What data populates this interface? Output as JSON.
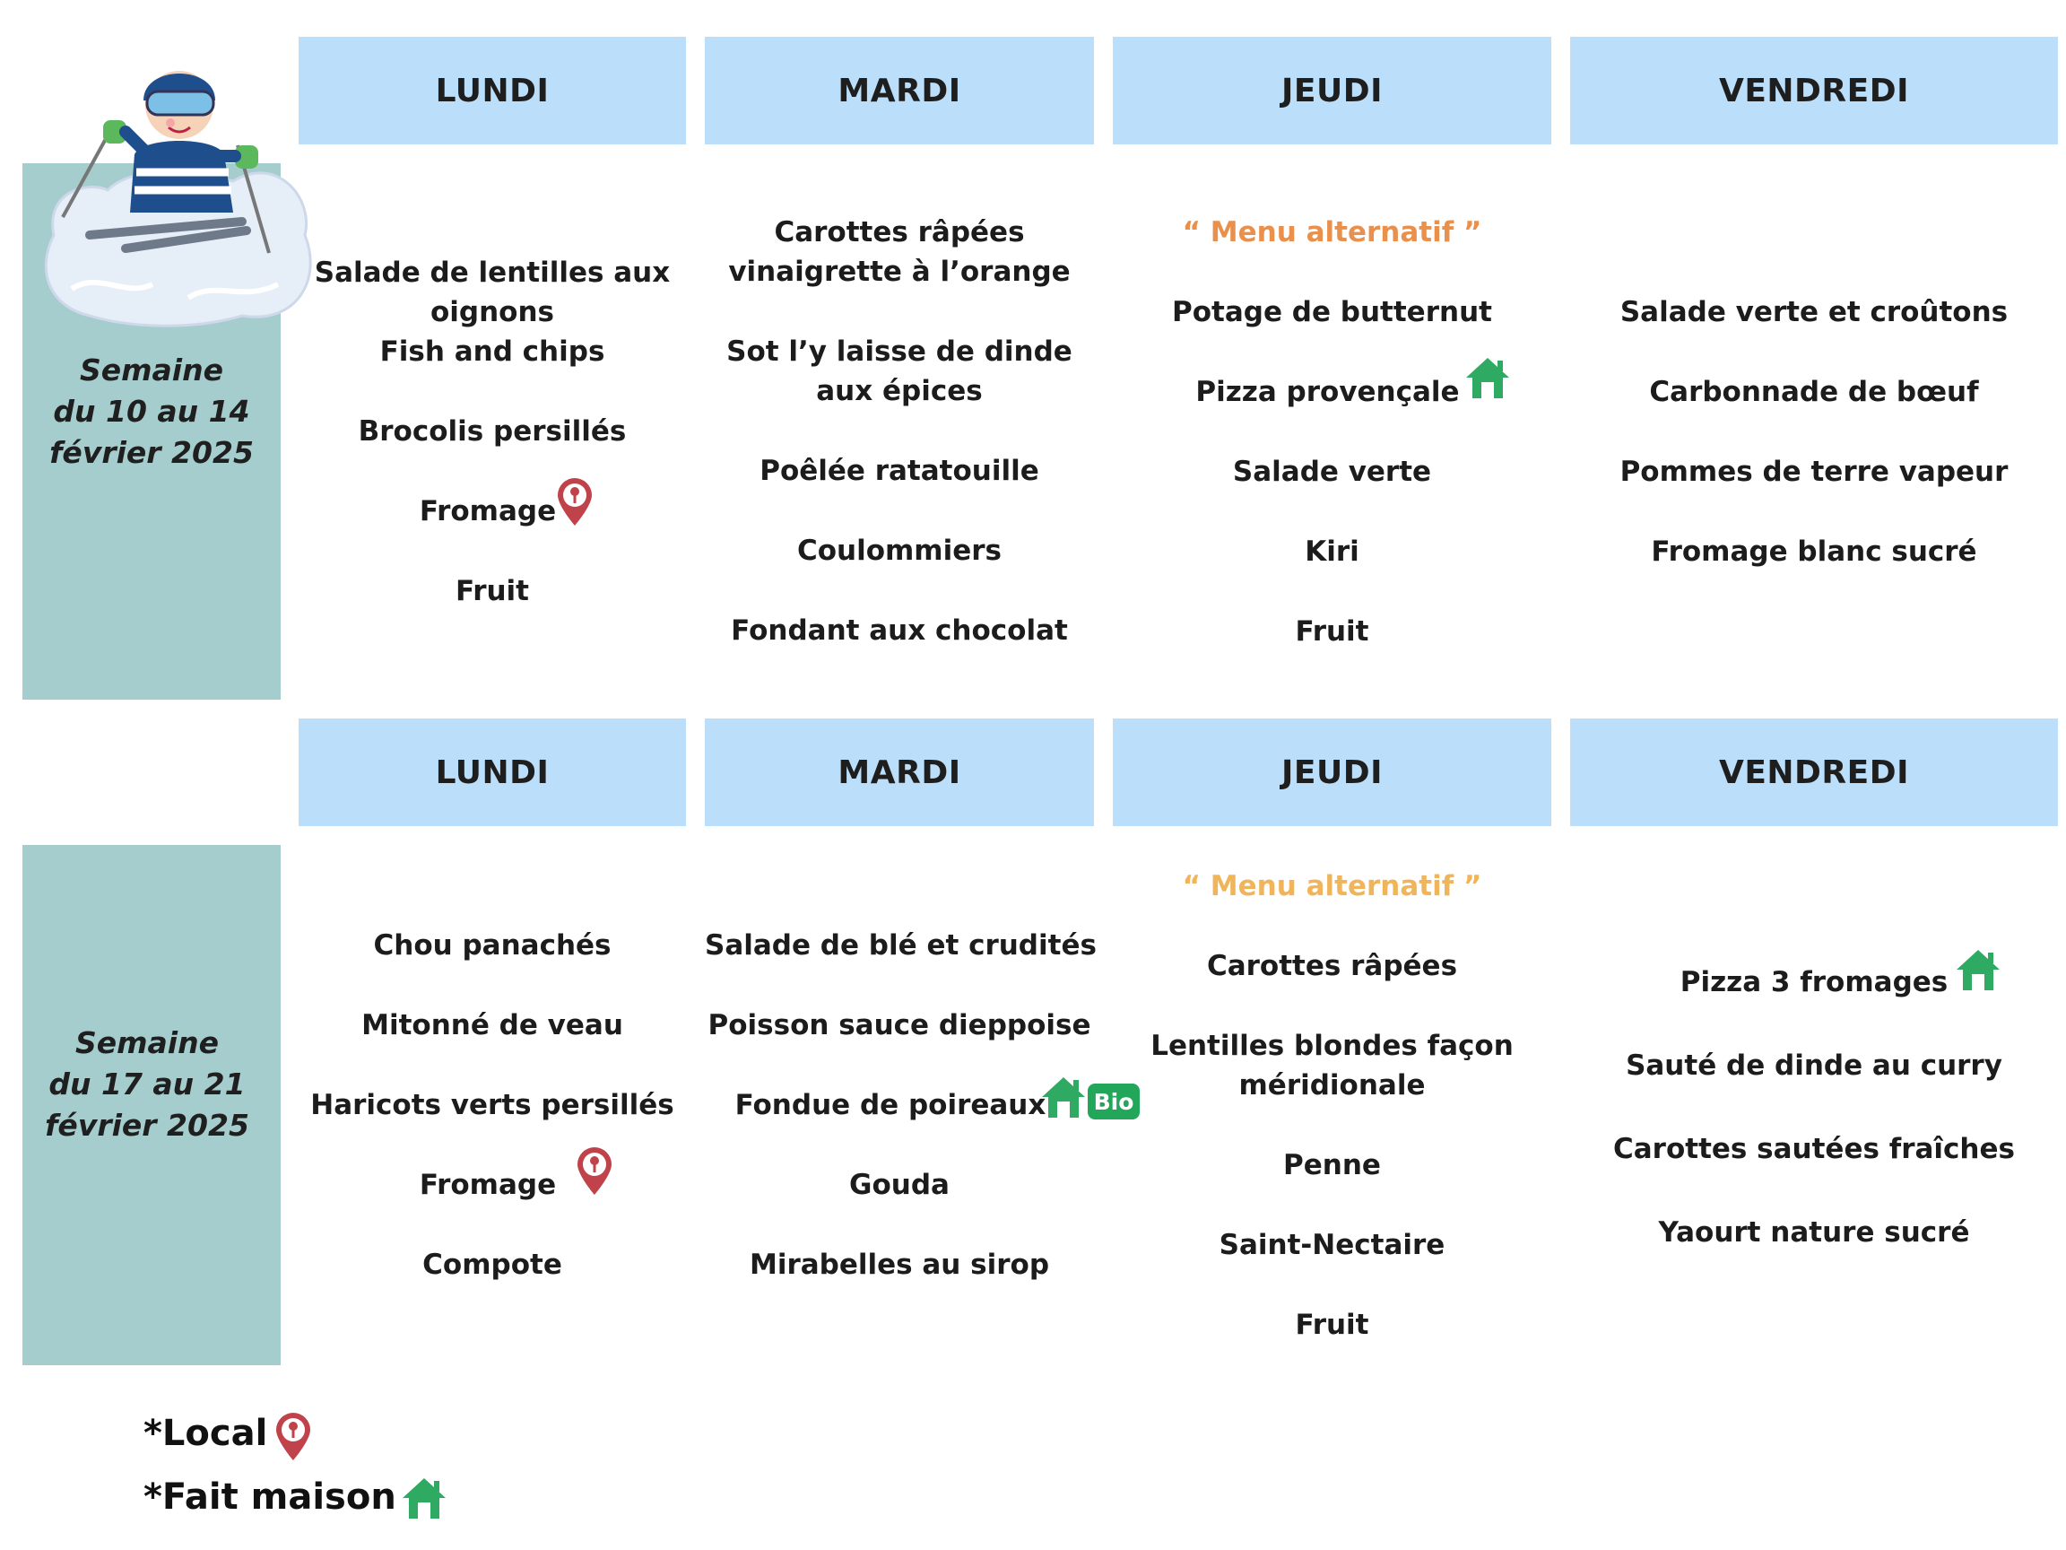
{
  "colors": {
    "week_band": "#a5cdcd",
    "day_header": "#bbdffb",
    "alt_menu_week1": "#e8904c",
    "alt_menu_week2": "#f0b55a",
    "local_icon": "#c0424a",
    "homemade_icon": "#2faa63",
    "bio_badge": "#22a65a"
  },
  "icons": {
    "local": "map-pin-icon",
    "homemade": "house-icon",
    "mascot": "skier-illustration"
  },
  "week1": {
    "label_line1": "Semaine",
    "label_line2": "du 10 au 14",
    "label_line3": "février 2025",
    "days": {
      "mon": {
        "name": "LUNDI",
        "items": [
          "Salade de lentilles aux",
          "oignons",
          "Fish and chips",
          "Brocolis persillés",
          "Fromage",
          "Fruit"
        ]
      },
      "tue": {
        "name": "MARDI",
        "items": [
          "Carottes râpées",
          "vinaigrette à l’orange",
          "Sot l’y laisse de dinde",
          "aux épices",
          "Poêlée ratatouille",
          "Coulommiers",
          "Fondant aux chocolat"
        ]
      },
      "thu": {
        "name": "JEUDI",
        "alt_menu": "“ Menu alternatif ”",
        "items": [
          "Potage de butternut",
          "Pizza provençale",
          "Salade verte",
          "Kiri",
          "Fruit"
        ]
      },
      "fri": {
        "name": "VENDREDI",
        "items": [
          "Salade verte et croûtons",
          "Carbonnade de bœuf",
          "Pommes de terre vapeur",
          "Fromage blanc sucré"
        ]
      }
    }
  },
  "week2": {
    "label_line1": "Semaine",
    "label_line2": "du 17 au 21",
    "label_line3": "février 2025",
    "days": {
      "mon": {
        "name": "LUNDI",
        "items": [
          "Chou panachés",
          "Mitonné de veau",
          "Haricots verts persillés",
          "Fromage",
          "Compote"
        ]
      },
      "tue": {
        "name": "MARDI",
        "items": [
          "Salade de blé et crudités",
          "Poisson sauce dieppoise",
          "Fondue de poireaux",
          "Gouda",
          "Mirabelles au sirop"
        ],
        "bio_badge": "Bio"
      },
      "thu": {
        "name": "JEUDI",
        "alt_menu": "“ Menu alternatif ”",
        "items": [
          "Carottes râpées",
          "Lentilles blondes façon",
          "méridionale",
          "Penne",
          "Saint-Nectaire",
          "Fruit"
        ]
      },
      "fri": {
        "name": "VENDREDI",
        "items": [
          "Pizza 3 fromages",
          "Sauté de dinde au curry",
          "Carottes sautées fraîches",
          "Yaourt nature sucré"
        ]
      }
    }
  },
  "legend": {
    "local": "*Local",
    "homemade": "*Fait maison"
  }
}
